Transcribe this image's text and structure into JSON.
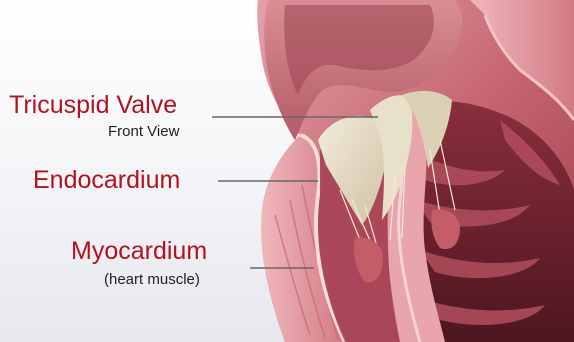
{
  "labels": {
    "tricuspid": {
      "title": "Tricuspid Valve",
      "subtitle": "Front View"
    },
    "endocardium": {
      "title": "Endocardium"
    },
    "myocardium": {
      "title": "Myocardium",
      "subtitle": "(heart muscle)"
    }
  },
  "colors": {
    "label_accent": "#b3121f",
    "leader_line": "#666666",
    "muscle": "#c76672",
    "tissue_dark": "#5a1a24",
    "valve": "#e6dcc6"
  }
}
